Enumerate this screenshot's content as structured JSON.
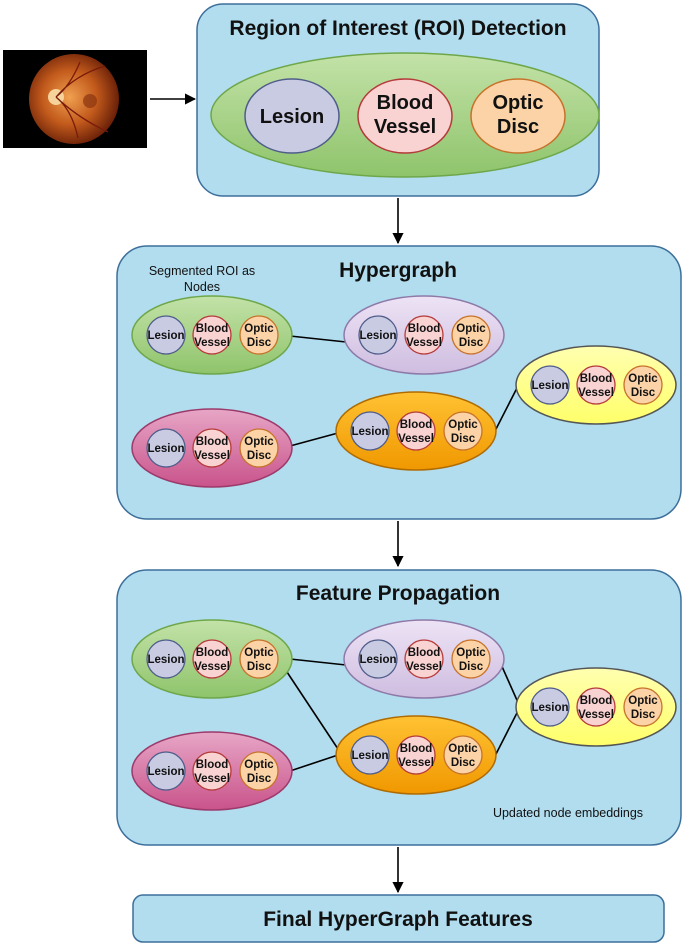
{
  "stages": {
    "roi_detection": "Region of Interest (ROI) Detection",
    "hypergraph": "Hypergraph",
    "feature_propagation": "Feature Propagation",
    "final": "Final HyperGraph Features"
  },
  "nodes": {
    "lesion": "Lesion",
    "vessel_line1": "Blood",
    "vessel_line2": "Vessel",
    "disc_line1": "Optic",
    "disc_line2": "Disc"
  },
  "annotations": {
    "segmented_line1": "Segmented ROI as",
    "segmented_line2": "Nodes",
    "updated": "Updated node embeddings"
  },
  "colors": {
    "panel": "#b1ddef",
    "lesion": "#c9cbe3",
    "vessel": "#f9d2d2",
    "disc": "#fbd3a6",
    "group_green": "#a9d38a",
    "group_lavender": "#e0d2ec",
    "group_pink": "#d66fa0",
    "group_orange": "#f7a600",
    "group_yellow": "#ffff88"
  }
}
